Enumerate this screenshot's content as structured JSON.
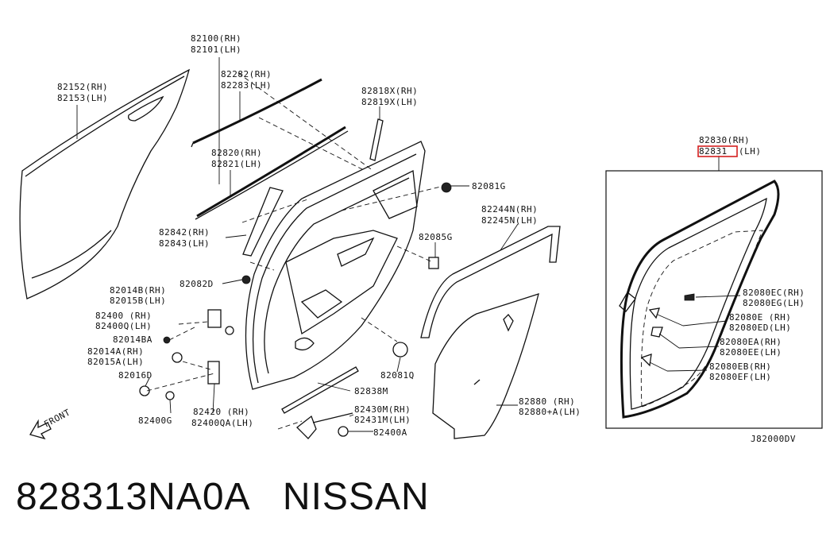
{
  "labels": [
    {
      "id": "82100",
      "text": "82100(RH)"
    },
    {
      "id": "82101",
      "text": "82101(LH)"
    },
    {
      "id": "82152",
      "text": "82152(RH)"
    },
    {
      "id": "82153",
      "text": "82153(LH)"
    },
    {
      "id": "82282",
      "text": "82282(RH)"
    },
    {
      "id": "82283",
      "text": "82283(LH)"
    },
    {
      "id": "82818X",
      "text": "82818X(RH)"
    },
    {
      "id": "82819X",
      "text": "82819X(LH)"
    },
    {
      "id": "82820",
      "text": "82820(RH)"
    },
    {
      "id": "82821",
      "text": "82821(LH)"
    },
    {
      "id": "82081G",
      "text": "82081G"
    },
    {
      "id": "82244N",
      "text": "82244N(RH)"
    },
    {
      "id": "82245N",
      "text": "82245N(LH)"
    },
    {
      "id": "82842",
      "text": "82842(RH)"
    },
    {
      "id": "82843",
      "text": "82843(LH)"
    },
    {
      "id": "82085G",
      "text": "82085G"
    },
    {
      "id": "82082D",
      "text": "82082D"
    },
    {
      "id": "82014B",
      "text": "82014B(RH)"
    },
    {
      "id": "82015B",
      "text": "82015B(LH)"
    },
    {
      "id": "82400",
      "text": "82400 (RH)"
    },
    {
      "id": "82400Q",
      "text": "82400Q(LH)"
    },
    {
      "id": "82014BA",
      "text": "82014BA"
    },
    {
      "id": "82014A",
      "text": "82014A(RH)"
    },
    {
      "id": "82015A",
      "text": "82015A(LH)"
    },
    {
      "id": "82016D",
      "text": "82016D"
    },
    {
      "id": "82400G",
      "text": "82400G"
    },
    {
      "id": "82420",
      "text": "82420 (RH)"
    },
    {
      "id": "82400QA",
      "text": "82400QA(LH)"
    },
    {
      "id": "82081Q",
      "text": "82081Q"
    },
    {
      "id": "82838M",
      "text": "82838M"
    },
    {
      "id": "82430M",
      "text": "82430M(RH)"
    },
    {
      "id": "82431M",
      "text": "82431M(LH)"
    },
    {
      "id": "82400A",
      "text": "82400A"
    },
    {
      "id": "82880",
      "text": "82880 (RH)"
    },
    {
      "id": "82880A",
      "text": "82880+A(LH)"
    },
    {
      "id": "82830",
      "text": "82830(RH)"
    },
    {
      "id": "82831_code",
      "text": "82831"
    },
    {
      "id": "82831_side",
      "text": "(LH)"
    },
    {
      "id": "82080EC",
      "text": "82080EC(RH)"
    },
    {
      "id": "82080EG",
      "text": "82080EG(LH)"
    },
    {
      "id": "82080E",
      "text": "82080E (RH)"
    },
    {
      "id": "82080ED",
      "text": "82080ED(LH)"
    },
    {
      "id": "82080EA",
      "text": "82080EA(RH)"
    },
    {
      "id": "82080EE",
      "text": "82080EE(LH)"
    },
    {
      "id": "82080EB",
      "text": "82080EB(RH)"
    },
    {
      "id": "82080EF",
      "text": "82080EF(LH)"
    },
    {
      "id": "front",
      "text": "FRONT"
    },
    {
      "id": "diagram_code",
      "text": "J82000DV"
    }
  ],
  "highlight": {
    "part": "82831",
    "color": "#d42020"
  },
  "caption": {
    "part_number": "828313NA0A",
    "brand": "NISSAN",
    "text": "828313NA0A   NISSAN"
  }
}
